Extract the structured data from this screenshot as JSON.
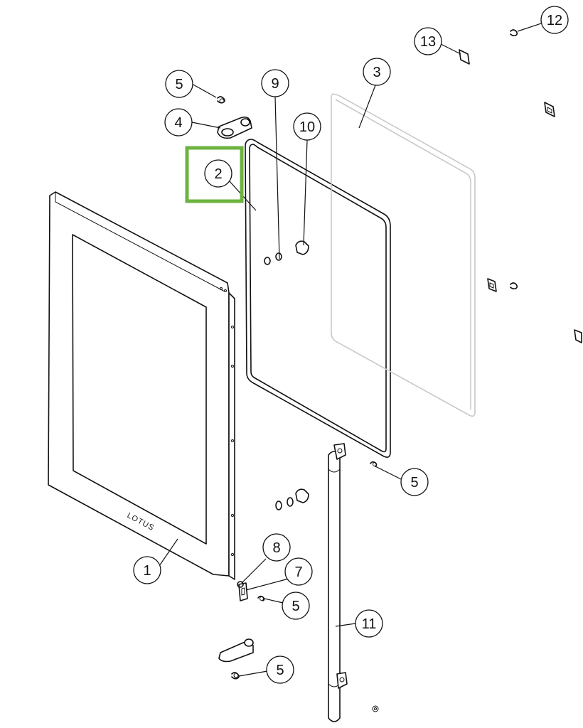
{
  "diagram": {
    "brand_label": "LOTUS",
    "highlight_color": "#6db33f",
    "highlighted_part": "2",
    "callouts": [
      "1",
      "2",
      "3",
      "4",
      "5",
      "5",
      "5",
      "5",
      "7",
      "8",
      "9",
      "10",
      "11",
      "12",
      "13"
    ]
  }
}
